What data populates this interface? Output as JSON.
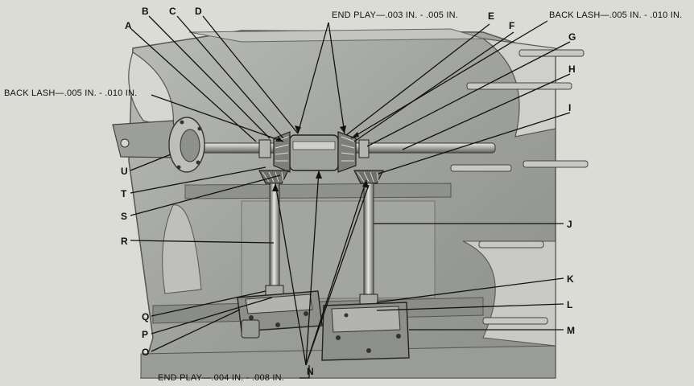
{
  "annotations": {
    "end_play_top": "END PLAY—.003 IN. - .005 IN.",
    "back_lash_right": "BACK LASH—.005 IN. - .010 IN.",
    "back_lash_left": "BACK LASH—.005 IN. - .010 IN.",
    "end_play_bottom": "END PLAY—.004 IN. - .008 IN."
  },
  "labels": {
    "A": "A",
    "B": "B",
    "C": "C",
    "D": "D",
    "E": "E",
    "F": "F",
    "G": "G",
    "H": "H",
    "I": "I",
    "J": "J",
    "K": "K",
    "L": "L",
    "M": "M",
    "N": "N",
    "O": "O",
    "P": "P",
    "Q": "Q",
    "R": "R",
    "S": "S",
    "T": "T",
    "U": "U"
  },
  "colors": {
    "background": "#dcdcd7",
    "casting": "#a8aaa6",
    "casting_dark": "#6f716d",
    "metal_light": "#d8d9d4",
    "ink": "#111111"
  }
}
